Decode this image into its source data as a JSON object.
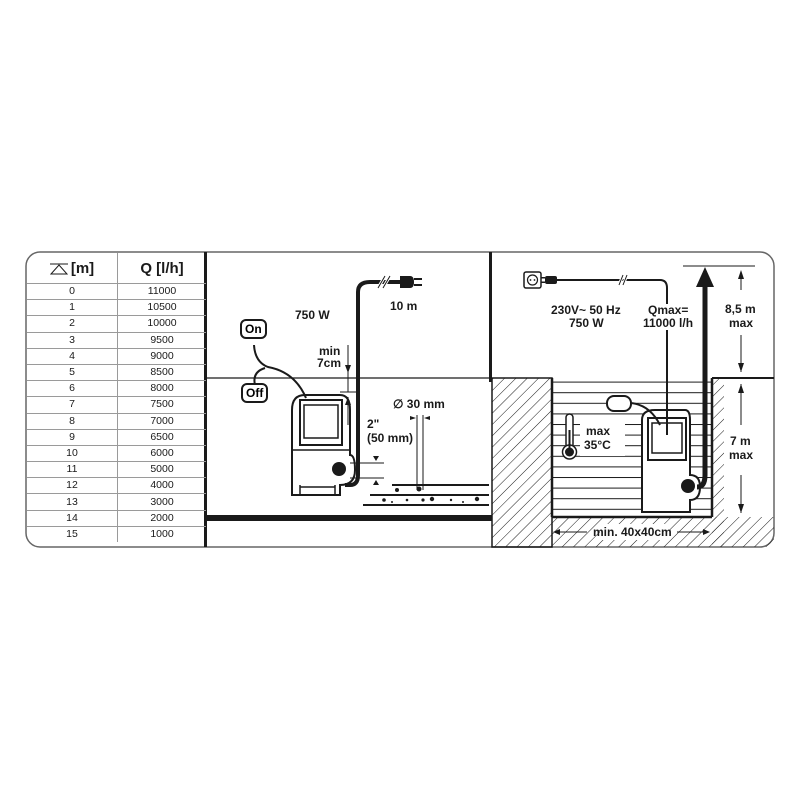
{
  "table": {
    "headers": [
      "[m]",
      "Q [l/h]"
    ],
    "header_icon": "head-height-triangle-icon",
    "rows": [
      [
        "0",
        "11000"
      ],
      [
        "1",
        "10500"
      ],
      [
        "2",
        "10000"
      ],
      [
        "3",
        "9500"
      ],
      [
        "4",
        "9000"
      ],
      [
        "5",
        "8500"
      ],
      [
        "6",
        "8000"
      ],
      [
        "7",
        "7500"
      ],
      [
        "8",
        "7000"
      ],
      [
        "9",
        "6500"
      ],
      [
        "10",
        "6000"
      ],
      [
        "11",
        "5000"
      ],
      [
        "12",
        "4000"
      ],
      [
        "13",
        "3000"
      ],
      [
        "14",
        "2000"
      ],
      [
        "15",
        "1000"
      ]
    ]
  },
  "left_panel": {
    "power": "750 W",
    "cable_length": "10 m",
    "switch_on": "On",
    "switch_off": "Off",
    "min_label": "min",
    "min_value": "7cm",
    "outlet_size_1": "2\"",
    "outlet_size_2": "(50 mm)",
    "particle_size": "∅ 30 mm"
  },
  "right_panel": {
    "voltage": "230V~ 50 Hz",
    "power": "750 W",
    "qmax_label": "Qmax=",
    "qmax_value": "11000 l/h",
    "head_value": "8,5 m",
    "head_max": "max",
    "depth_value": "7 m",
    "depth_max": "max",
    "temp_label": "max",
    "temp_value": "35°C",
    "shaft_size": "min. 40x40cm"
  },
  "colors": {
    "ink": "#1a1a1a",
    "frame": "#555555",
    "grid": "#9a9a9a"
  }
}
